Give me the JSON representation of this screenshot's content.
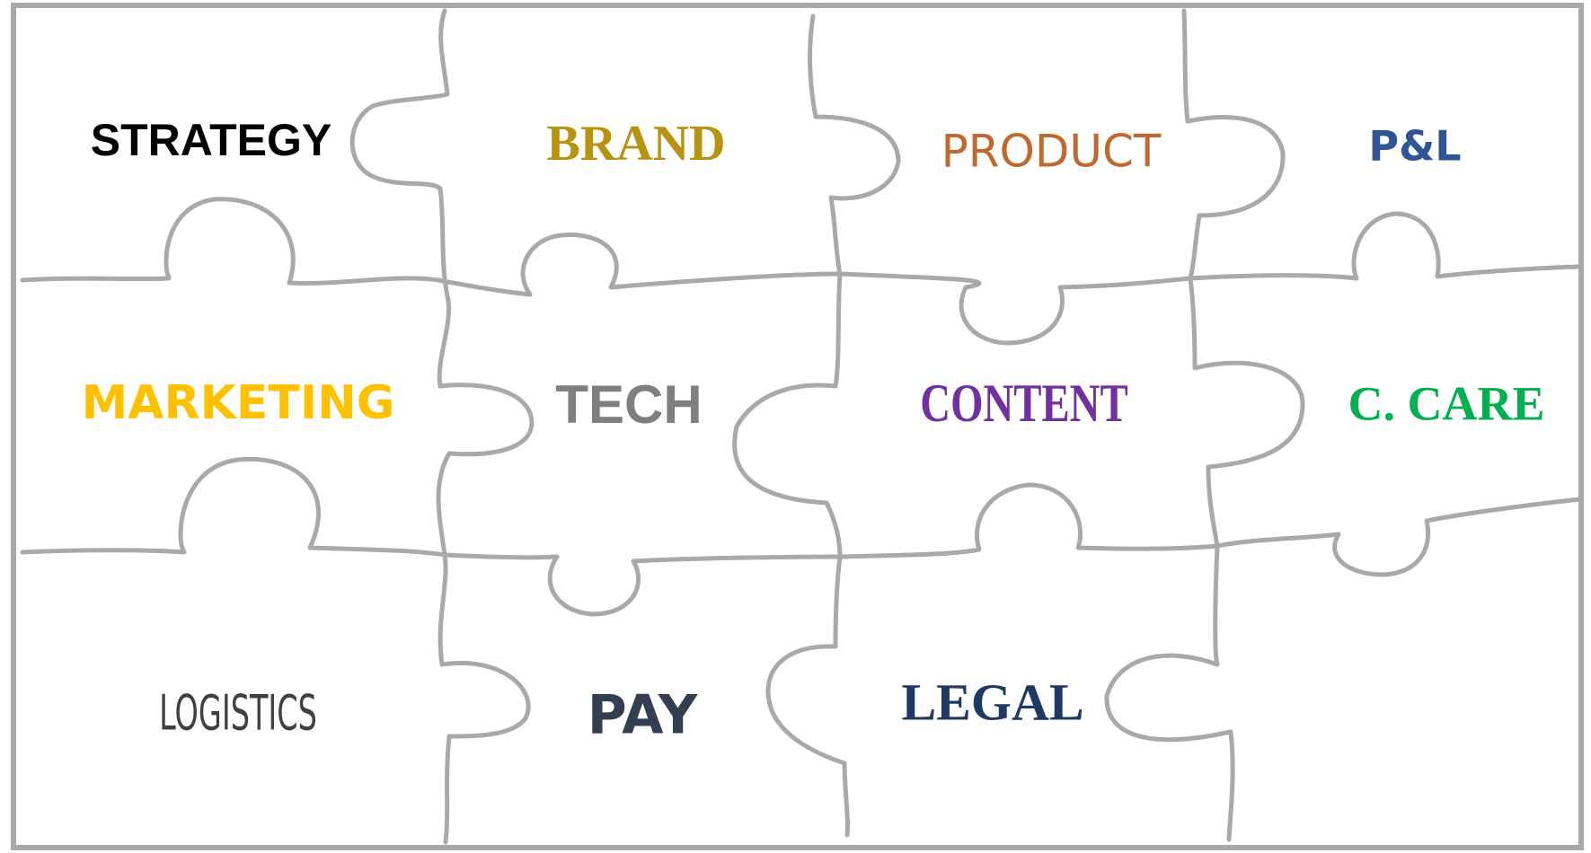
{
  "pieces": [
    {
      "id": "strategy",
      "label": "STRATEGY",
      "color": "#000000"
    },
    {
      "id": "brand",
      "label": "BRAND",
      "color": "#b8930f"
    },
    {
      "id": "product",
      "label": "PRODUCT",
      "color": "#c0692f"
    },
    {
      "id": "pl",
      "label": "P&L",
      "color": "#2f5597"
    },
    {
      "id": "marketing",
      "label": "MARKETING",
      "color": "#ffc000"
    },
    {
      "id": "tech",
      "label": "TECH",
      "color": "#7f7f7f"
    },
    {
      "id": "content",
      "label": "CONTENT",
      "color": "#7030a0"
    },
    {
      "id": "ccare",
      "label": "C. CARE",
      "color": "#00b050"
    },
    {
      "id": "logistics",
      "label": "LOGISTICS",
      "color": "#404040"
    },
    {
      "id": "pay",
      "label": "PAY",
      "color": "#333f50"
    },
    {
      "id": "legal",
      "label": "LEGAL",
      "color": "#203864"
    }
  ],
  "colors": {
    "puzzle_line": "#a9a9a9",
    "background": "#ffffff"
  }
}
